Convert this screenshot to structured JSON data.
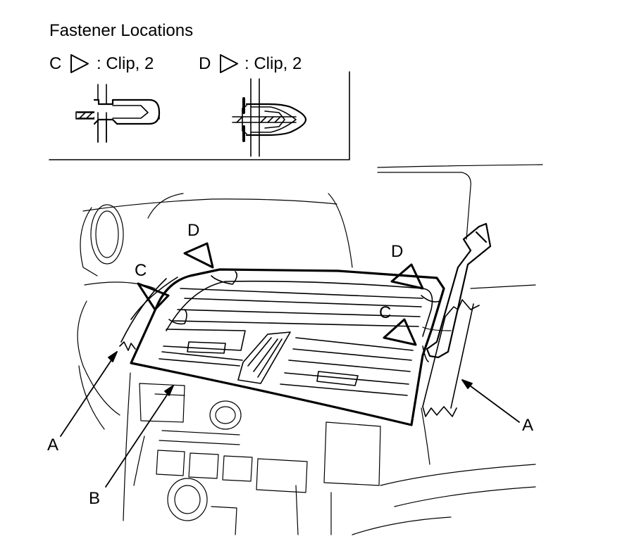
{
  "legend": {
    "title": "Fastener Locations",
    "items": [
      {
        "letter": "C",
        "desc": ": Clip, 2"
      },
      {
        "letter": "D",
        "desc": ": Clip, 2"
      }
    ]
  },
  "callouts": {
    "c_left": "C",
    "d_left": "D",
    "d_right": "D",
    "c_right": "C",
    "a_left": "A",
    "a_right": "A",
    "b": "B"
  }
}
